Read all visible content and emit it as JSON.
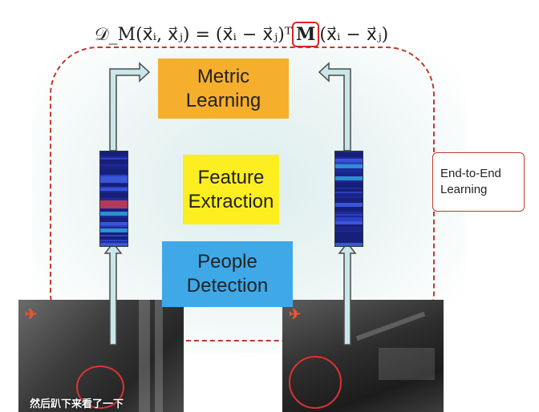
{
  "formula": {
    "lhs": "𝒟_M(x⃗ᵢ, x⃗ⱼ) = (x⃗ᵢ − x⃗ⱼ)ᵀ",
    "matrix": "M",
    "rhs": "(x⃗ᵢ − x⃗ⱼ)"
  },
  "stages": {
    "metric_learning": "Metric\nLearning",
    "feature_extraction": "Feature\nExtraction",
    "people_detection": "People\nDetection"
  },
  "callout": {
    "label": "End-to-End\nLearning"
  },
  "photos": {
    "left_caption": "然后趴下来看了一下"
  },
  "colors": {
    "metric": "#f6ae2d",
    "feature": "#fcee21",
    "people": "#3fa9e8",
    "frame": "#c0392b",
    "arrow_fill": "#c9e6e8",
    "arrow_stroke": "#4a4a4a"
  }
}
